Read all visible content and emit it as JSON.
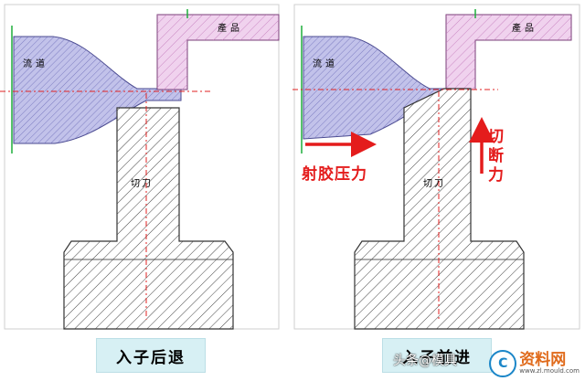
{
  "left_panel": {
    "runner_label": "流道",
    "product_label": "產品",
    "cutter_label": "切刀",
    "caption": "入子后退"
  },
  "right_panel": {
    "runner_label": "流道",
    "product_label": "產品",
    "cutter_label": "切刀",
    "injection_pressure_label": "射胶压力",
    "shear_force_label": "切断力",
    "caption": "入子前进"
  },
  "watermark": {
    "byline": "头条@模具",
    "brand": "资料网",
    "url": "www.zl.mould.com",
    "logo_letter": "C"
  },
  "colors": {
    "runner_fill": "#c2c2ea",
    "product_fill": "#f0d2ee",
    "cutter_hatch": "#444444",
    "arrow_red": "#e41c1c",
    "centerline_red": "#e02020",
    "guide_green": "#1fae3c",
    "caption_bg": "#d7f0f4"
  }
}
